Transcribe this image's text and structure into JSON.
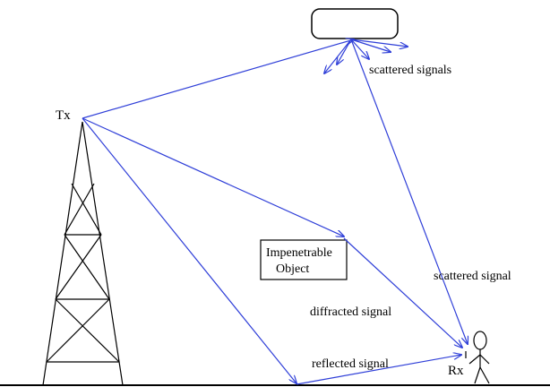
{
  "labels": {
    "tx": "Tx",
    "rx": "Rx",
    "object_line1": "Impenetrable",
    "object_line2": "Object",
    "scattered_signals": "scattered signals",
    "scattered_signal": "scattered signal",
    "diffracted_signal": "diffracted signal",
    "reflected_signal": "reflected signal"
  },
  "colors": {
    "signal": "#2f3fd8",
    "structure": "#000000",
    "background": "#ffffff"
  }
}
